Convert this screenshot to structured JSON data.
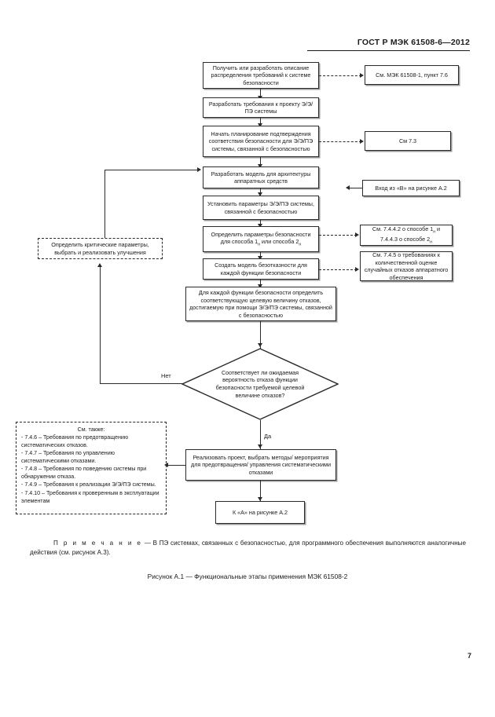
{
  "header": {
    "standard_title": "ГОСТ Р МЭК 61508-6—2012",
    "page_number": "7"
  },
  "figure": {
    "caption": "Рисунок А.1 — Функциональные этапы применения МЭК 61508-2",
    "note_label": "П р и м е ч а н и е",
    "note_text": " — В ПЭ системах, связанных с безопасностью, для программного обеспечения выполняются аналогичные действия (см. рисунок А.3)."
  },
  "flow": {
    "boxes": [
      {
        "id": "obtain-requirements",
        "text": "Получить или разработать описание распределения требований к системе безопасности"
      },
      {
        "id": "develop-eeps-requirements",
        "text": "Разработать требования к проекту Э/Э/ПЭ системы"
      },
      {
        "id": "start-planning",
        "text": "Начать планирование подтверждения соответствия безопасности для Э/Э/ПЭ системы, связанной с безопасностью"
      },
      {
        "id": "develop-hw-architecture-model",
        "text": "Разработать модель для архитектуры аппаратных средств"
      },
      {
        "id": "set-eeps-parameters",
        "text": "Установить параметры Э/Э/ПЭ системы, связанной с безопасностью"
      },
      {
        "id": "define-safety-parameters",
        "text": "Определить параметры безопасности для способа 1н или способа 2н"
      },
      {
        "id": "create-reliability-model",
        "text": "Создать модель безотказности для каждой функции безопасности"
      },
      {
        "id": "determine-target-failure",
        "text": "Для каждой функции безопасности определить соответствующую целевую величину отказов, достигаемую при помощи Э/Э/ПЭ системы, связанной с безопасностью"
      },
      {
        "id": "implement-project",
        "text": "Реализовать проект, выбрать методы/ мероприятия для предотвращения/ управления систематическими отказами"
      },
      {
        "id": "to-a-figure-a2",
        "text": "К «А» на рисунке А.2"
      }
    ],
    "decision": {
      "id": "decision-probability-meets-target",
      "text": "Соответствует ли ожидаемая вероятность отказа функции безопасности требуемой целевой величине отказов?",
      "label_no": "Нет",
      "label_yes": "Да"
    },
    "feedback_box": {
      "id": "determine-critical-parameters",
      "text": "Определить критические параметры, выбрать и реализовать улучшения"
    },
    "references": [
      {
        "id": "ref-iec-61508-1-7-6",
        "text": "См. МЭК 61508-1, пункт 7.6"
      },
      {
        "id": "ref-see-7-3",
        "text": "См 7.3"
      },
      {
        "id": "ref-entry-b-figure-a2",
        "text": "Вход из «В» на рисунке А.2"
      },
      {
        "id": "ref-7-4-4-2-7-4-4-3",
        "text": "См. 7.4.4.2 о способе 1н и 7.4.4.3 о способе 2н"
      },
      {
        "id": "ref-7-4-5",
        "text": "См. 7.4.5 о требованиях к количественной оценке случайных отказов аппаратного обеспечения"
      }
    ],
    "notes_box": {
      "id": "see-also-notes",
      "title": "См. также:",
      "items": [
        "- 7.4.6 – Требования по предотвращению систематических отказов.",
        "- 7.4.7 – Требования по управлению систематическими отказами.",
        "- 7.4.8 – Требования по поведению системы при обнаружении отказа.",
        "- 7.4.9 – Требования к реализации Э/Э/ПЭ системы.",
        "- 7.4.10 – Требования к проверенным в эксплуатации элементам"
      ]
    }
  }
}
